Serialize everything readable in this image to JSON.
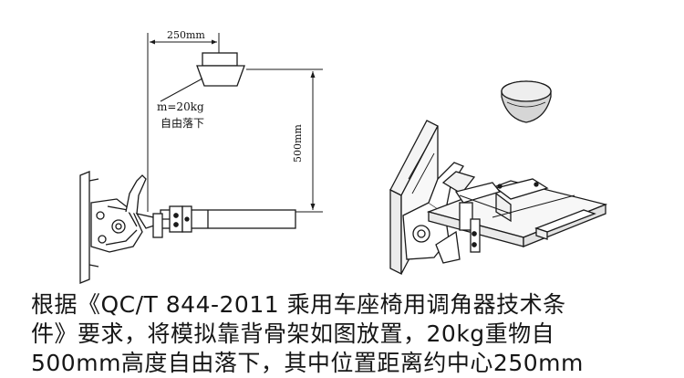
{
  "left_diagram": {
    "horizontal_dimension": "250mm",
    "vertical_dimension": "500mm",
    "mass_label": "m=20kg",
    "drop_label": "自由落下"
  },
  "caption": {
    "line1": "根据《QC/T 844-2011 乘用车座椅用调角器技术条",
    "line2": "件》要求，将模拟靠背骨架如图放置，20kg重物自",
    "line3": "500mm高度自由落下，其中位置距离约中心250mm"
  },
  "colors": {
    "ink": "#1a1a1a",
    "frame_fill": "#f4f4f4",
    "weight_fill": "#dcdcdc",
    "background": "#ffffff"
  }
}
